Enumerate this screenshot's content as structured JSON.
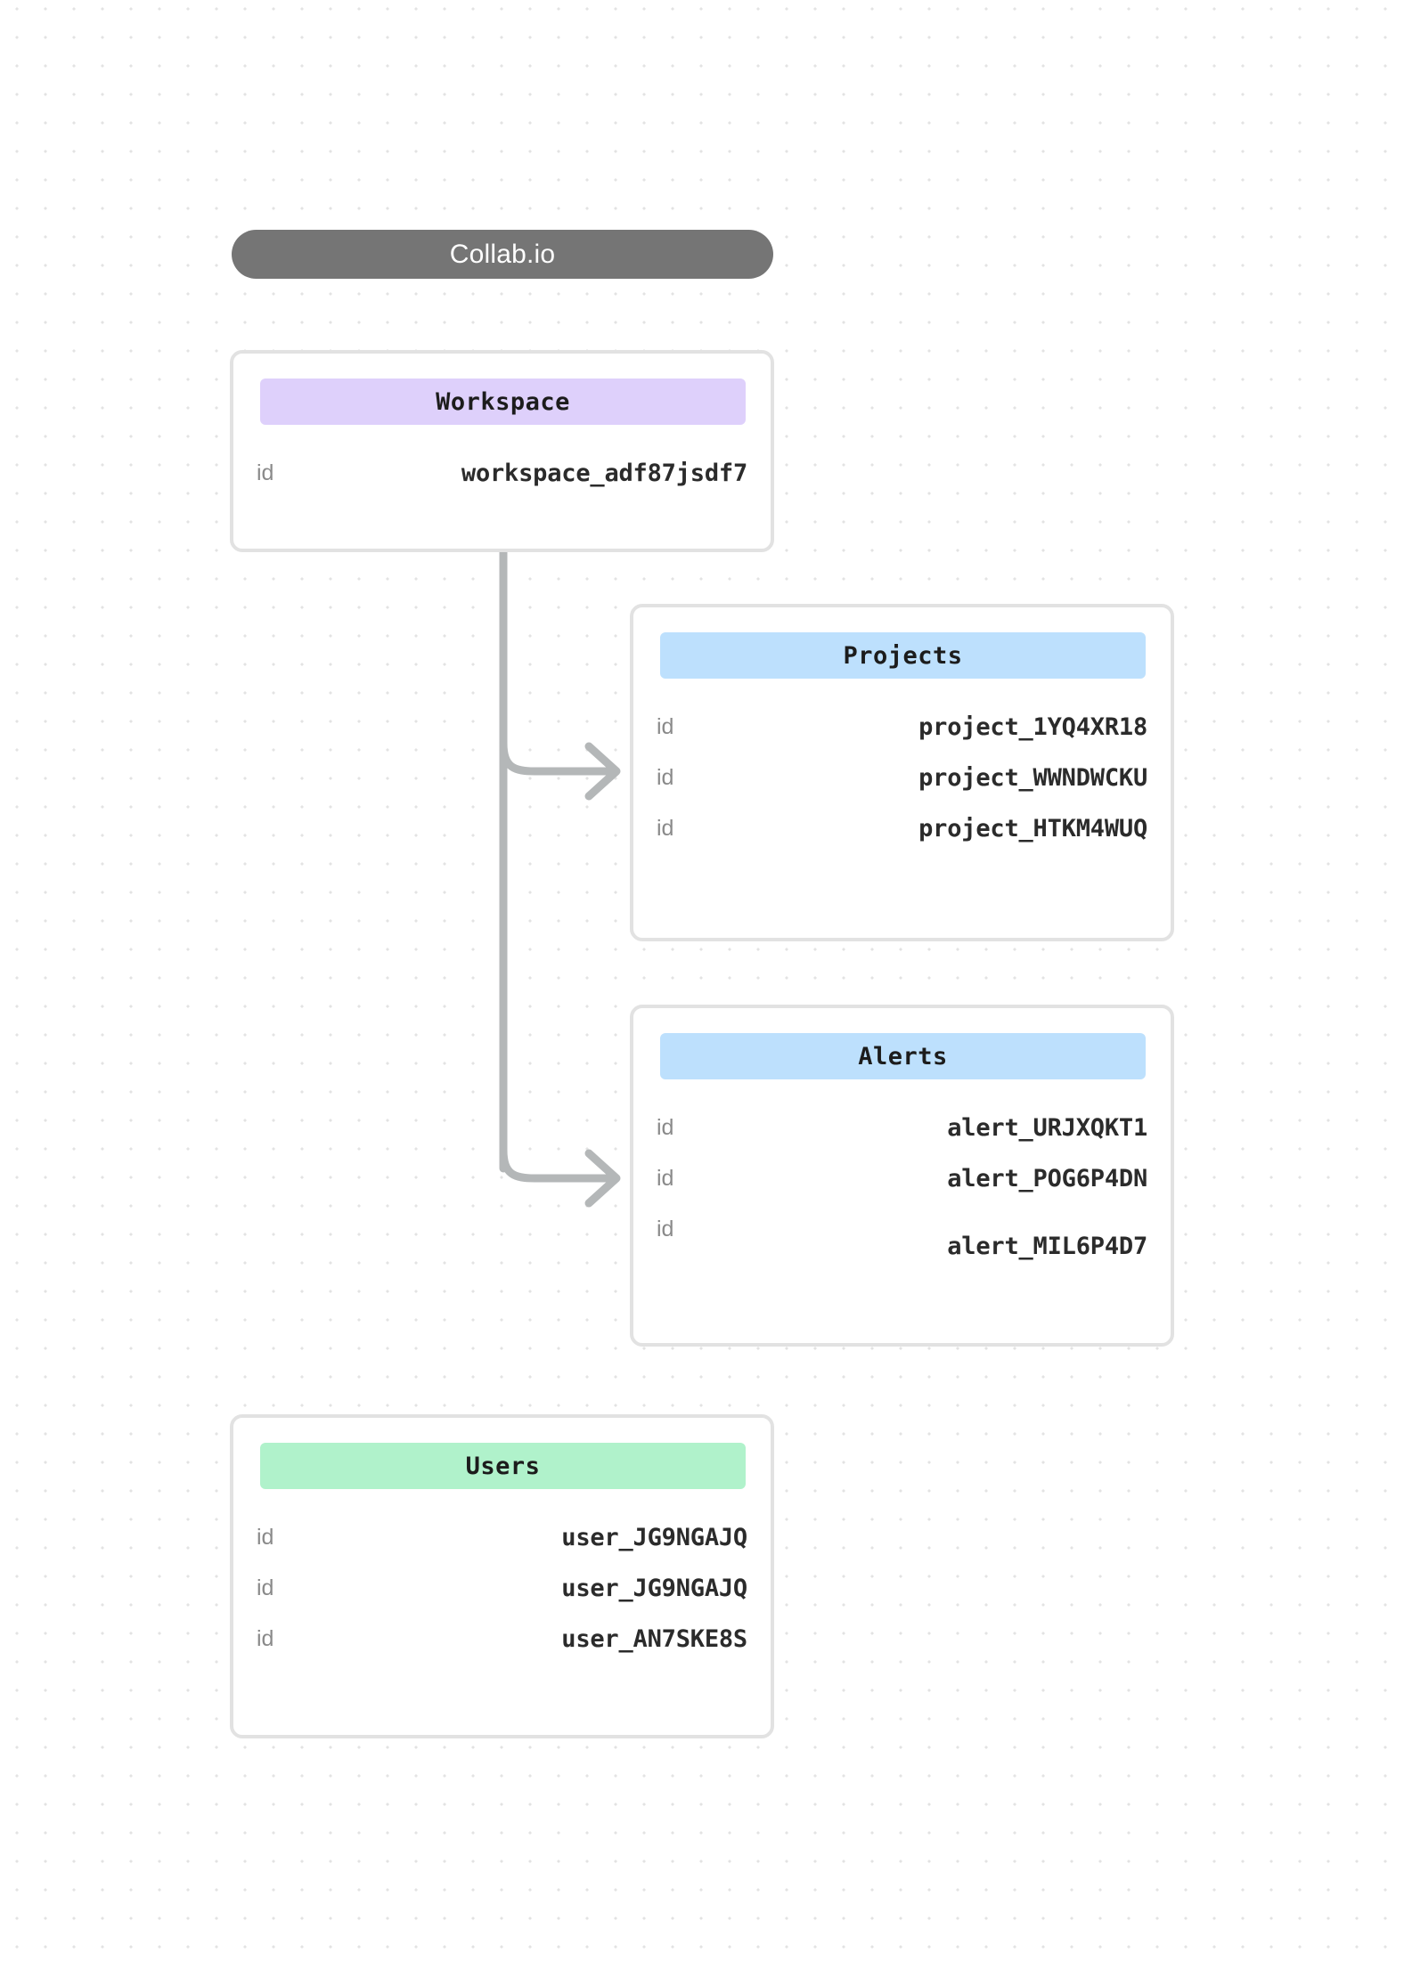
{
  "diagram": {
    "title": "Collab.io",
    "background": {
      "color": "#ffffff",
      "dot_color": "#e3e3e3"
    },
    "accent_colors": {
      "title_pill": "#757575",
      "workspace_header": "#ded0fb",
      "projects_header": "#bde0fd",
      "alerts_header": "#bde0fd",
      "users_header": "#b0f2cb",
      "card_border": "#e2e2e2",
      "connector": "#b4b7b8"
    },
    "cards": [
      {
        "id": "workspace",
        "header": "Workspace",
        "rows": [
          {
            "key": "id",
            "value": "workspace_adf87jsdf7"
          }
        ]
      },
      {
        "id": "projects",
        "header": "Projects",
        "rows": [
          {
            "key": "id",
            "value": "project_1YQ4XR18"
          },
          {
            "key": "id",
            "value": "project_WWNDWCKU"
          },
          {
            "key": "id",
            "value": "project_HTKM4WUQ"
          }
        ]
      },
      {
        "id": "alerts",
        "header": "Alerts",
        "rows": [
          {
            "key": "id",
            "value": "alert_URJXQKT1"
          },
          {
            "key": "id",
            "value": "alert_POG6P4DN"
          },
          {
            "key": "id",
            "value": "alert_MIL6P4D7"
          }
        ]
      },
      {
        "id": "users",
        "header": "Users",
        "rows": [
          {
            "key": "id",
            "value": "user_JG9NGAJQ"
          },
          {
            "key": "id",
            "value": "user_JG9NGAJQ"
          },
          {
            "key": "id",
            "value": "user_AN7SKE8S"
          }
        ]
      }
    ],
    "connections": [
      {
        "from": "workspace",
        "to": "projects"
      },
      {
        "from": "workspace",
        "to": "alerts"
      }
    ]
  }
}
